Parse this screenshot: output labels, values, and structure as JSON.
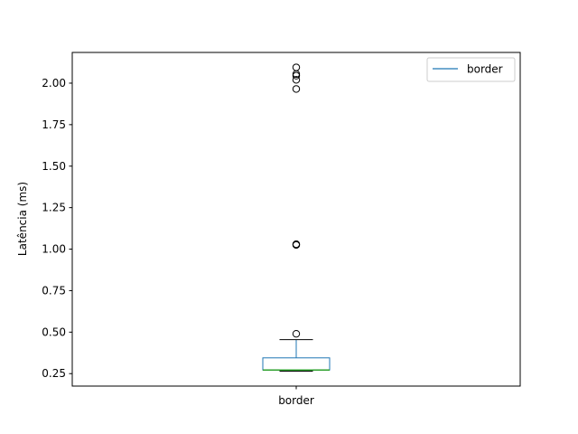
{
  "chart_data": {
    "type": "box",
    "title": "",
    "xlabel": "",
    "ylabel": "Latência (ms)",
    "ylim": [
      0.175,
      2.185
    ],
    "yticks": [
      0.25,
      0.5,
      0.75,
      1.0,
      1.25,
      1.5,
      1.75,
      2.0
    ],
    "ytick_labels": [
      "0.25",
      "0.50",
      "0.75",
      "1.00",
      "1.25",
      "1.50",
      "1.75",
      "2.00"
    ],
    "categories": [
      "border"
    ],
    "legend": {
      "position": "top-right",
      "entries": [
        "border"
      ]
    },
    "grid": false,
    "colors": {
      "box": "#1f77b4",
      "median": "#2ca02c",
      "whisker": "#1f77b4",
      "cap": "#000000",
      "flier": "#000000"
    },
    "series": [
      {
        "name": "border",
        "whisker_low": 0.265,
        "q1": 0.272,
        "median": 0.272,
        "q3": 0.345,
        "whisker_high": 0.455,
        "outliers": [
          0.49,
          1.025,
          1.03,
          1.965,
          2.02,
          2.045,
          2.055,
          2.095
        ]
      }
    ]
  }
}
